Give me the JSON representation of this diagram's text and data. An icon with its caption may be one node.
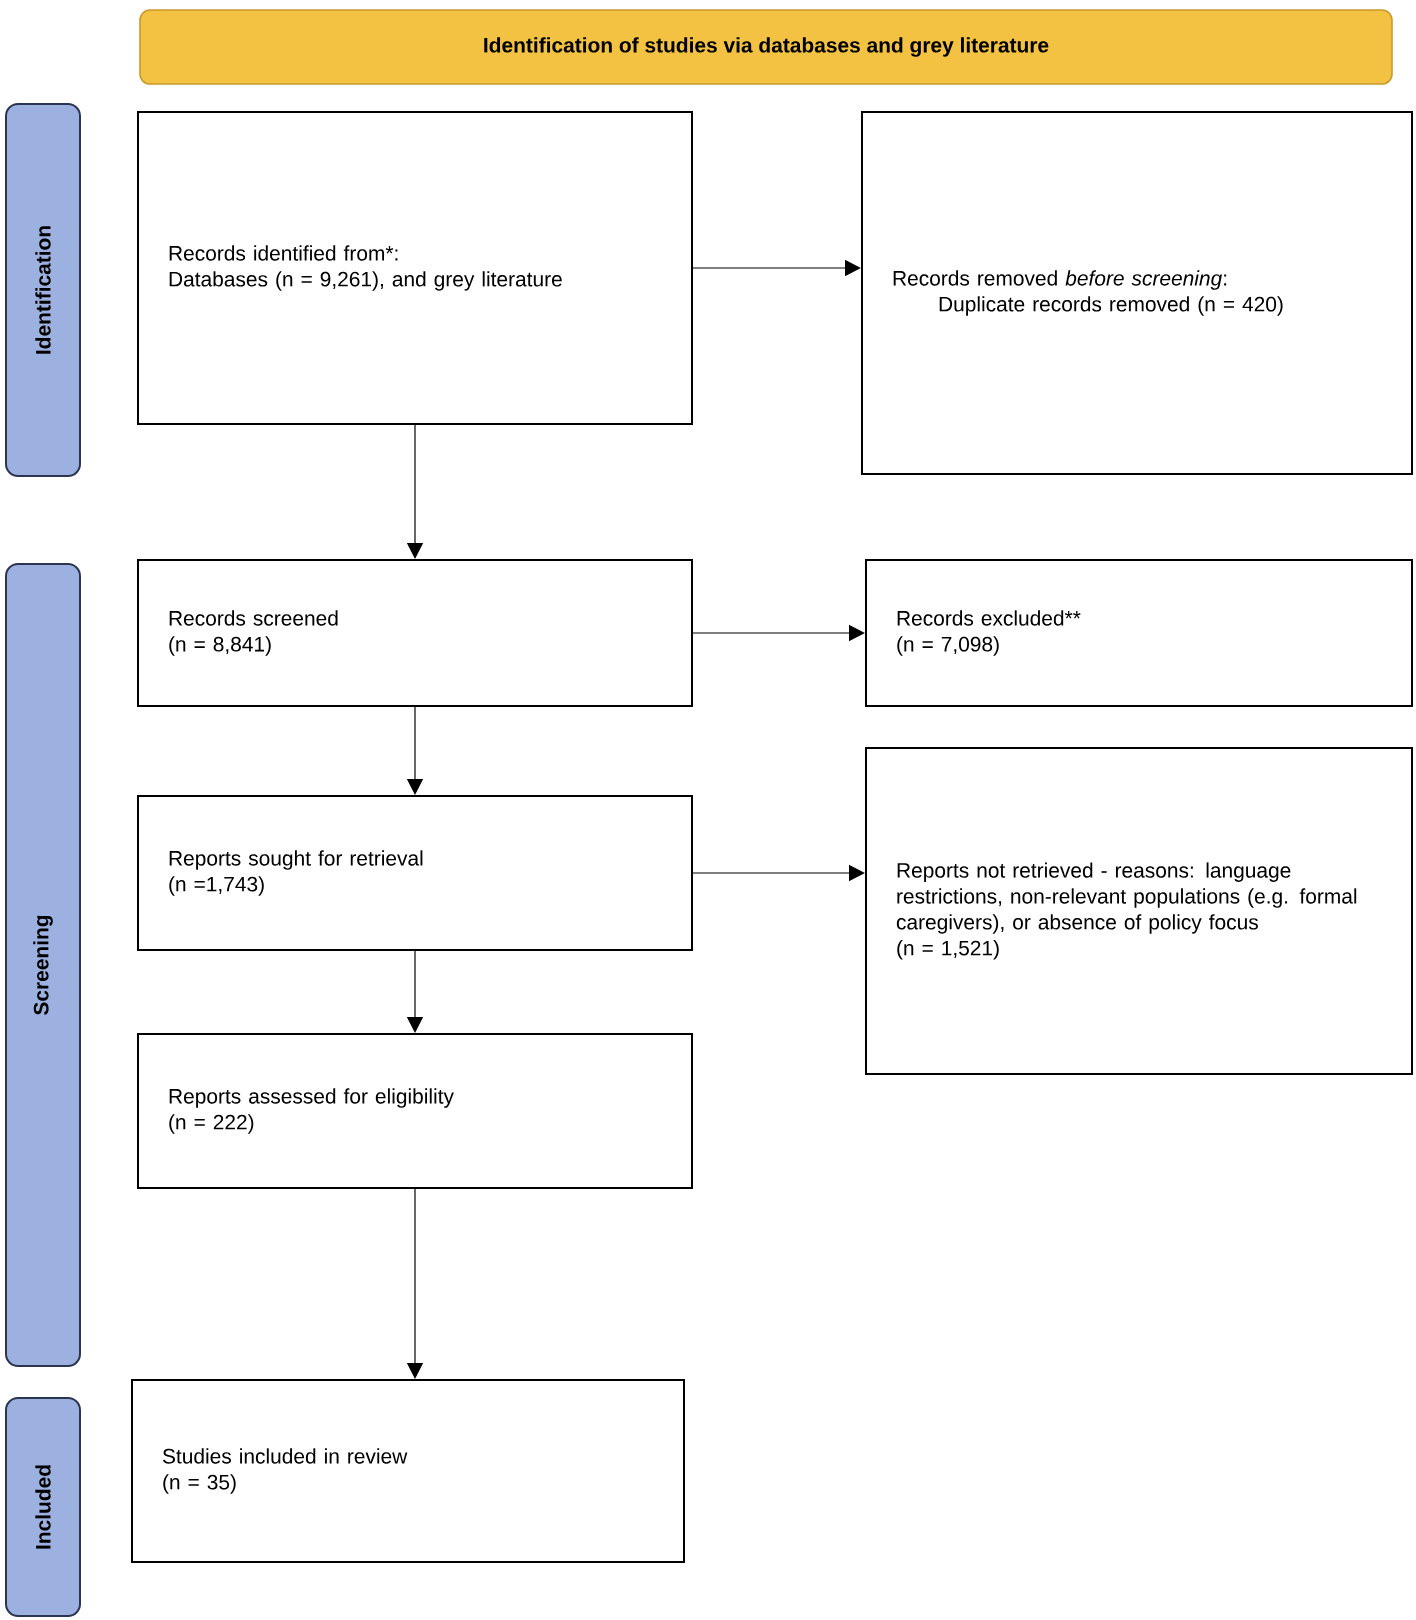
{
  "diagram": {
    "nodes": [
      {
        "text": [
          "Identification of studies via databases and grey literature"
        ]
      },
      {
        "text": [
          "Identification"
        ]
      },
      {
        "text": [
          "Screening"
        ]
      },
      {
        "text": [
          "Included"
        ]
      },
      {
        "text": [
          "Records identified from*:",
          "Databases (n = 9,261), and grey literature"
        ]
      },
      {
        "text": [
          "Records removed *before screening*:",
          "Duplicate records removed (n = 420)"
        ]
      },
      {
        "text": [
          "Records screened",
          "(n = 8,841)"
        ]
      },
      {
        "text": [
          "Records excluded**",
          "(n = 7,098)"
        ]
      },
      {
        "text": [
          "Reports sought for retrieval",
          "(n =1,743)"
        ]
      },
      {
        "text": [
          "Reports not retrieved - reasons: language restrictions, non-relevant populations (e.g. formal caregivers), or absence of policy focus",
          "(n = 1,521)"
        ]
      },
      {
        "text": [
          "Reports assessed for eligibility",
          "(n = 222)"
        ]
      },
      {
        "text": [
          "Studies included in review",
          "(n = 35)"
        ]
      }
    ],
    "edges": [
      {
        "from": 4,
        "to": 5,
        "arrow": "to"
      },
      {
        "from": 4,
        "to": 6,
        "arrow": "to"
      },
      {
        "from": 6,
        "to": 7,
        "arrow": "to"
      },
      {
        "from": 6,
        "to": 8,
        "arrow": "to"
      },
      {
        "from": 8,
        "to": 9,
        "arrow": "to"
      },
      {
        "from": 8,
        "to": 10,
        "arrow": "to"
      },
      {
        "from": 10,
        "to": 11,
        "arrow": "to"
      }
    ]
  }
}
